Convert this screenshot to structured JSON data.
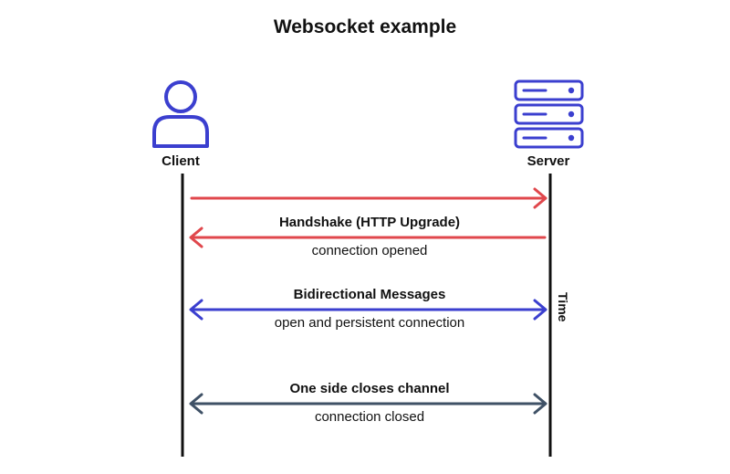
{
  "title": "Websocket example",
  "client": {
    "label": "Client",
    "icon": "user-icon"
  },
  "server": {
    "label": "Server",
    "icon": "server-icon"
  },
  "time_label": "Time",
  "messages": [
    {
      "direction": "client-to-server",
      "color": "#e0474c"
    },
    {
      "direction": "server-to-client",
      "color": "#e0474c",
      "label": "Handshake (HTTP Upgrade)",
      "sublabel": "connection opened"
    },
    {
      "direction": "bidirectional",
      "color": "#3b3fcf",
      "label": "Bidirectional Messages",
      "sublabel": "open and persistent connection"
    },
    {
      "direction": "bidirectional",
      "color": "#3f5166",
      "label": "One side closes channel",
      "sublabel": "connection closed"
    }
  ],
  "colors": {
    "icon": "#3b3fcf",
    "lifeline": "#111111"
  }
}
